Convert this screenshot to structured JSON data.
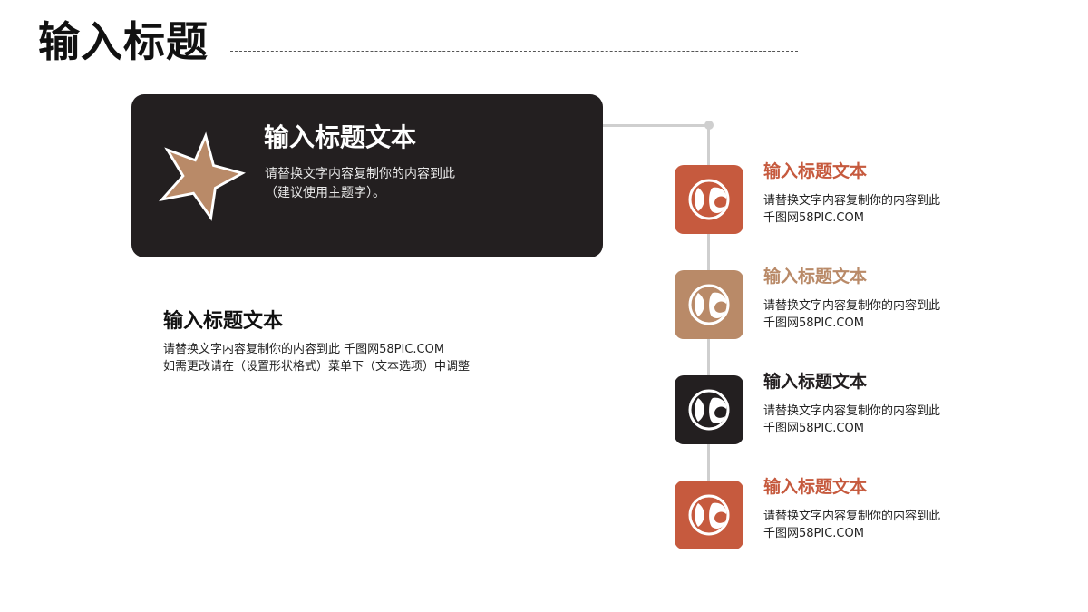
{
  "page": {
    "title": "输入标题"
  },
  "hero": {
    "title": "输入标题文本",
    "lines": [
      "请替换文字内容复制你的内容到此",
      "（建议使用主题字）。"
    ],
    "icon": "star-icon",
    "colors": {
      "card": "#231f20",
      "star": "#b98a68"
    }
  },
  "sub": {
    "title": "输入标题文本",
    "lines": [
      "请替换文字内容复制你的内容到此 千图网58PIC.COM",
      "如需更改请在（设置形状格式）菜单下（文本选项）中调整"
    ]
  },
  "steps": [
    {
      "title": "输入标题文本",
      "lines": [
        "请替换文字内容复制你的内容到此",
        "千图网58PIC.COM"
      ],
      "color": "#c65a3e",
      "icon": "brand-mark-icon"
    },
    {
      "title": "输入标题文本",
      "lines": [
        "请替换文字内容复制你的内容到此",
        "千图网58PIC.COM"
      ],
      "color": "#b98a68",
      "icon": "brand-mark-icon"
    },
    {
      "title": "输入标题文本",
      "lines": [
        "请替换文字内容复制你的内容到此",
        "千图网58PIC.COM"
      ],
      "color": "#231f20",
      "icon": "brand-mark-icon"
    },
    {
      "title": "输入标题文本",
      "lines": [
        "请替换文字内容复制你的内容到此",
        "千图网58PIC.COM"
      ],
      "color": "#c65a3e",
      "icon": "brand-mark-icon"
    }
  ]
}
